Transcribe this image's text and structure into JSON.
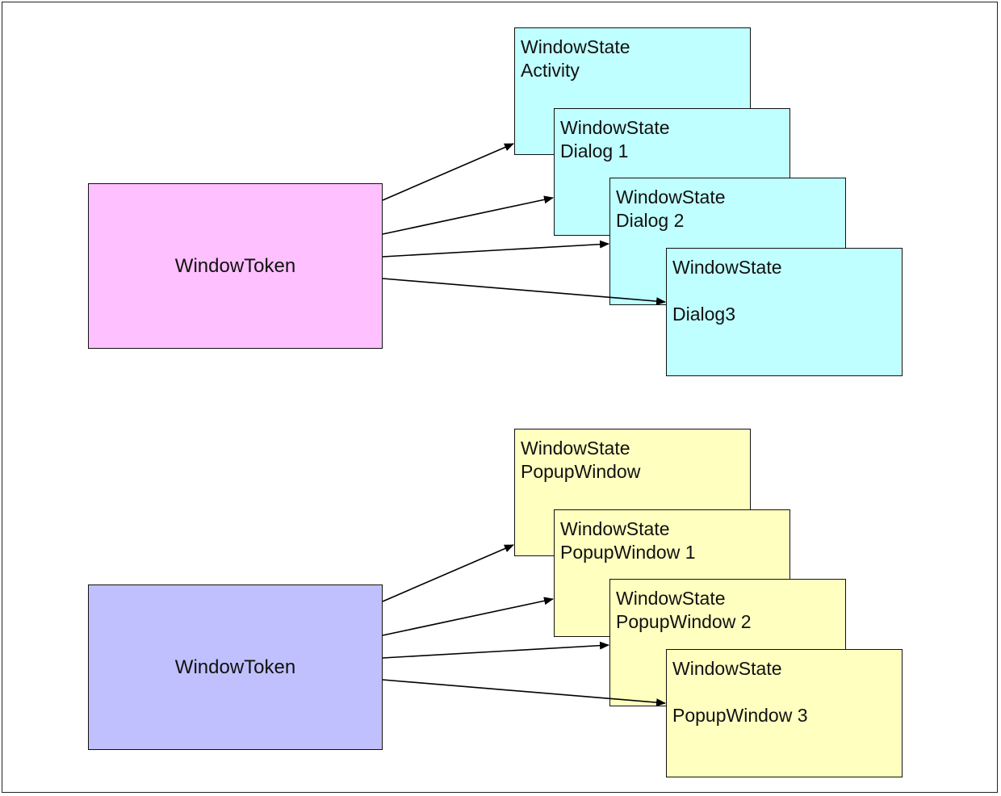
{
  "colors": {
    "token_top": "#ffc0ff",
    "token_bottom": "#c0c0ff",
    "state_top": "#c0ffff",
    "state_bottom": "#ffffc0"
  },
  "top": {
    "token_label": "WindowToken",
    "states": [
      {
        "line1": "WindowState",
        "line2": "Activity"
      },
      {
        "line1": "WindowState",
        "line2": "Dialog 1"
      },
      {
        "line1": "WindowState",
        "line2": "Dialog 2"
      },
      {
        "line1": "WindowState",
        "line2": "Dialog3"
      }
    ]
  },
  "bottom": {
    "token_label": "WindowToken",
    "states": [
      {
        "line1": "WindowState",
        "line2": "PopupWindow"
      },
      {
        "line1": "WindowState",
        "line2": "PopupWindow 1"
      },
      {
        "line1": "WindowState",
        "line2": "PopupWindow 2"
      },
      {
        "line1": "WindowState",
        "line2": "PopupWindow 3"
      }
    ]
  }
}
